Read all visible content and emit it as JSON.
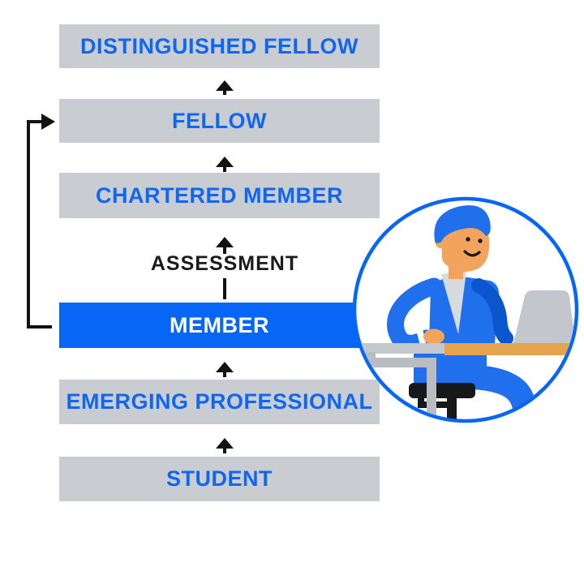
{
  "ladder": {
    "levels": [
      {
        "id": "student",
        "label": "STUDENT",
        "highlighted": false
      },
      {
        "id": "emerging-professional",
        "label": "EMERGING PROFESSIONAL",
        "highlighted": false
      },
      {
        "id": "member",
        "label": "MEMBER",
        "highlighted": true
      },
      {
        "id": "chartered-member",
        "label": "CHARTERED MEMBER",
        "highlighted": false
      },
      {
        "id": "fellow",
        "label": "FELLOW",
        "highlighted": false
      },
      {
        "id": "distinguished-fellow",
        "label": "DISTINGUISHED FELLOW",
        "highlighted": false
      }
    ],
    "assessment_label": "ASSESSMENT",
    "bypass_route": "member-to-fellow"
  },
  "colors": {
    "box_gray": "#c9cdd2",
    "accent_blue": "#0666f5",
    "label_blue": "#1166f0",
    "member_label": "#ffffff",
    "arrow_black": "#121212",
    "assessment_text": "#1b1b1d",
    "illustration": {
      "skin": "#f2a45c",
      "hair_and_suit_blue": "#2070ee",
      "sleeve_dark_blue": "#0b55cd",
      "shirt_gray": "#d7dbde",
      "laptop_gray": "#c3c7cb",
      "desk_tan": "#e5a34d",
      "chair_frame_gray": "#b9bdc1",
      "chair_black": "#17181a",
      "circle_stroke": "#0666f5"
    }
  }
}
